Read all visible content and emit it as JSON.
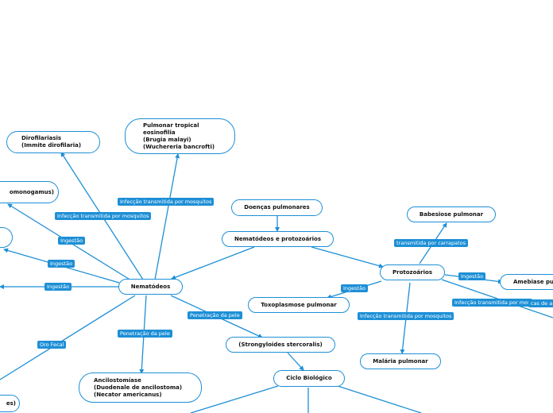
{
  "accent": "#1d8fd6",
  "nodes": {
    "root": "Doenças pulmonares",
    "nematodes_protozoa": "Nematódeos e protozoários",
    "nematodes": "Nematódeos",
    "protozoa": "Protozoários",
    "babesiosis": "Babesiose pulmonar",
    "amebiasis": "Amebiase pu",
    "toxoplasmosis": "Toxoplasmose pulmonar",
    "malaria": "Malária pulmonar",
    "dirofilariasis": "Dirofilariasis\n(Immite dirofilaria)",
    "tropical_eosinophilia": "Pulmonar tropical\neosinofilia\n(Brugia malayi)\n(Wuchereria bancrofti)",
    "mammomonogamus": "omonogamus)",
    "ancylostomiasis": "Ancilostomíase\n(Duodenale de ancilostoma)\n(Necator americanus)",
    "strongyloides": "(Strongyloides stercoralis)",
    "biological_cycle": "Ciclo Biológico",
    "partial_bottom_left": "es)"
  },
  "edge_labels": {
    "filaria_mosquito": "Infecção transmitida por mosquitos",
    "dirofilaria_mosquito": "Infecção transmitida por mosquitos",
    "ingestion_1": "Ingestão",
    "ingestion_2": "Ingestão",
    "ingestion_3": "Ingestão",
    "fecal_oral": "Oro Fecal",
    "skin_penetration_1": "Penetração da pele",
    "skin_penetration_2": "Penetração da pele",
    "ticks": "transmitida por carrapatos",
    "ingestion_protozoa": "Ingestão",
    "ingestion_toxo": "Ingestão",
    "mosquito_malaria": "Infecção transmitida por mosquitos",
    "mosquito_other": "Infecção transmitida por mos",
    "partial_cas": "cas de a"
  }
}
